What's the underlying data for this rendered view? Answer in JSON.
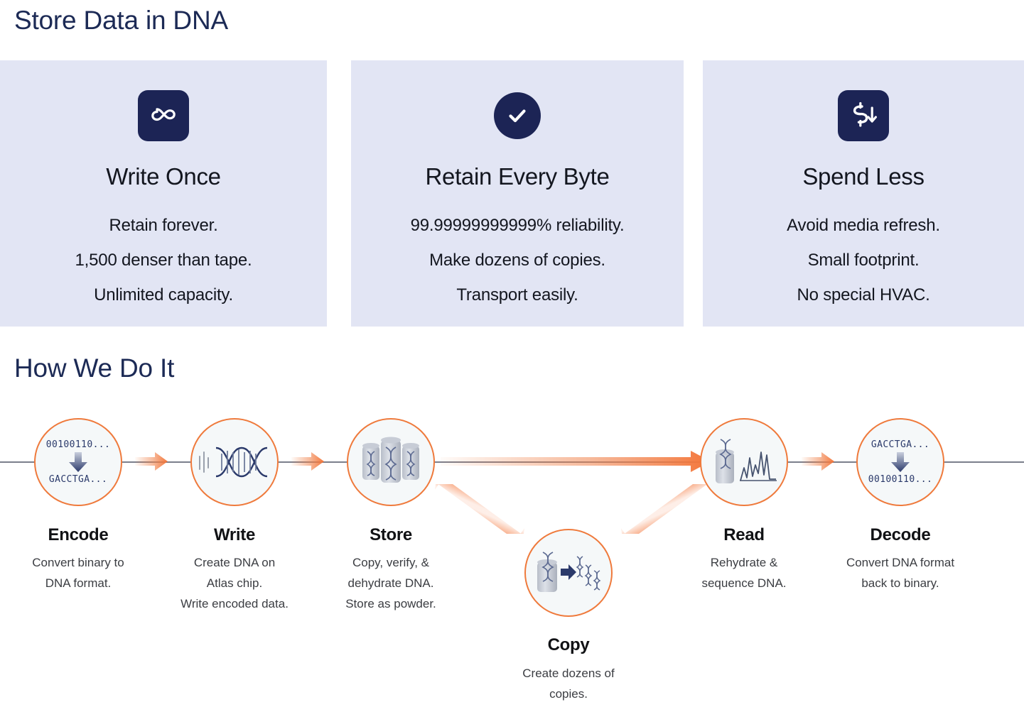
{
  "page": {
    "title": "Store Data in DNA",
    "section_title": "How We Do It",
    "background": "#ffffff"
  },
  "colors": {
    "navy": "#1c2455",
    "card_bg": "#e2e5f4",
    "orange": "#ef7a3c",
    "line_gray": "#7b7f8c",
    "text_dark": "#13161f"
  },
  "cards": [
    {
      "icon": "infinity-icon",
      "icon_shape": "rounded-square",
      "title": "Write Once",
      "lines": [
        "Retain forever.",
        "1,500 denser than tape.",
        "Unlimited capacity."
      ]
    },
    {
      "icon": "check-icon",
      "icon_shape": "circle",
      "title": "Retain Every Byte",
      "lines": [
        "99.99999999999% reliability.",
        "Make dozens of copies.",
        "Transport easily."
      ]
    },
    {
      "icon": "dollar-down-arrow-icon",
      "icon_shape": "rounded-square",
      "title": "Spend Less",
      "lines": [
        "Avoid media refresh.",
        "Small footprint.",
        "No special HVAC."
      ]
    }
  ],
  "process": {
    "steps": [
      {
        "id": "encode",
        "label": "Encode",
        "desc": [
          "Convert binary to",
          "DNA format."
        ],
        "icon": "binary-to-dna-icon",
        "seq_top": "00100110...",
        "seq_bottom": "GACCTGA..."
      },
      {
        "id": "write",
        "label": "Write",
        "desc": [
          "Create DNA on",
          "Atlas chip.",
          "Write encoded data."
        ],
        "icon": "dna-helix-icon"
      },
      {
        "id": "store",
        "label": "Store",
        "desc": [
          "Copy, verify, &",
          "dehydrate DNA.",
          "Store as powder."
        ],
        "icon": "dna-vials-icon"
      },
      {
        "id": "copy",
        "label": "Copy",
        "desc": [
          "Create dozens of",
          "copies."
        ],
        "icon": "dna-copy-icon"
      },
      {
        "id": "read",
        "label": "Read",
        "desc": [
          "Rehydrate &",
          "sequence DNA."
        ],
        "icon": "dna-sequencer-icon"
      },
      {
        "id": "decode",
        "label": "Decode",
        "desc": [
          "Convert DNA format",
          "back to binary."
        ],
        "icon": "dna-to-binary-icon",
        "seq_top": "GACCTGA...",
        "seq_bottom": "00100110..."
      }
    ]
  }
}
